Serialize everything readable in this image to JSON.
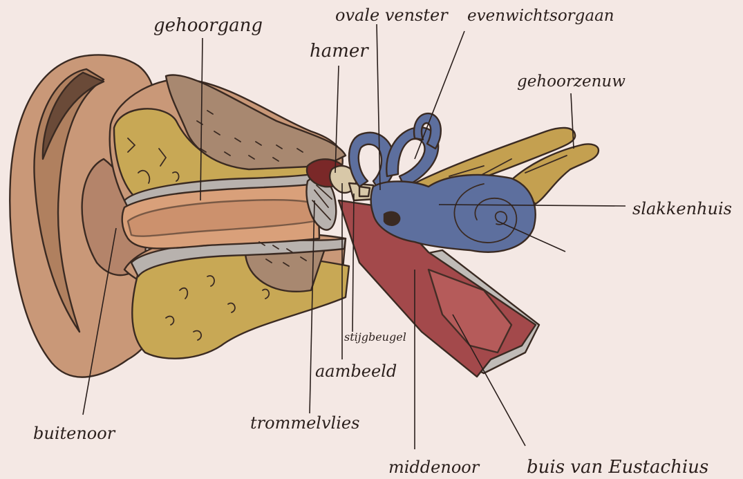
{
  "labels": {
    "gehoorgang": "gehoorgang",
    "ovale_venster": "ovale venster",
    "evenwichtsorgaan": "evenwichtsorgaan",
    "hamer": "hamer",
    "gehoorzenuw": "gehoorzenuw",
    "slakkenhuis": "slakkenhuis",
    "stijgbeugel": "stijgbeugel",
    "aambeeld": "aambeeld",
    "buitenoor": "buitenoor",
    "trommelvlies": "trommelvlies",
    "middenoor": "middenoor",
    "buis_van_eustachius": "buis van Eustachius"
  },
  "colors": {
    "background": "#f4e8e4",
    "skin": "#c99878",
    "skin_dark": "#a87558",
    "canal": "#d9a07a",
    "bone": "#c8a855",
    "bone_light": "#d8bc6a",
    "membrane": "#b8b2ae",
    "cochlea": "#5d6f9e",
    "eustachian_tube": "#a3494b",
    "nerve": "#c4a050",
    "ossicle_red": "#7a2828",
    "ink": "#2a1f1c"
  }
}
